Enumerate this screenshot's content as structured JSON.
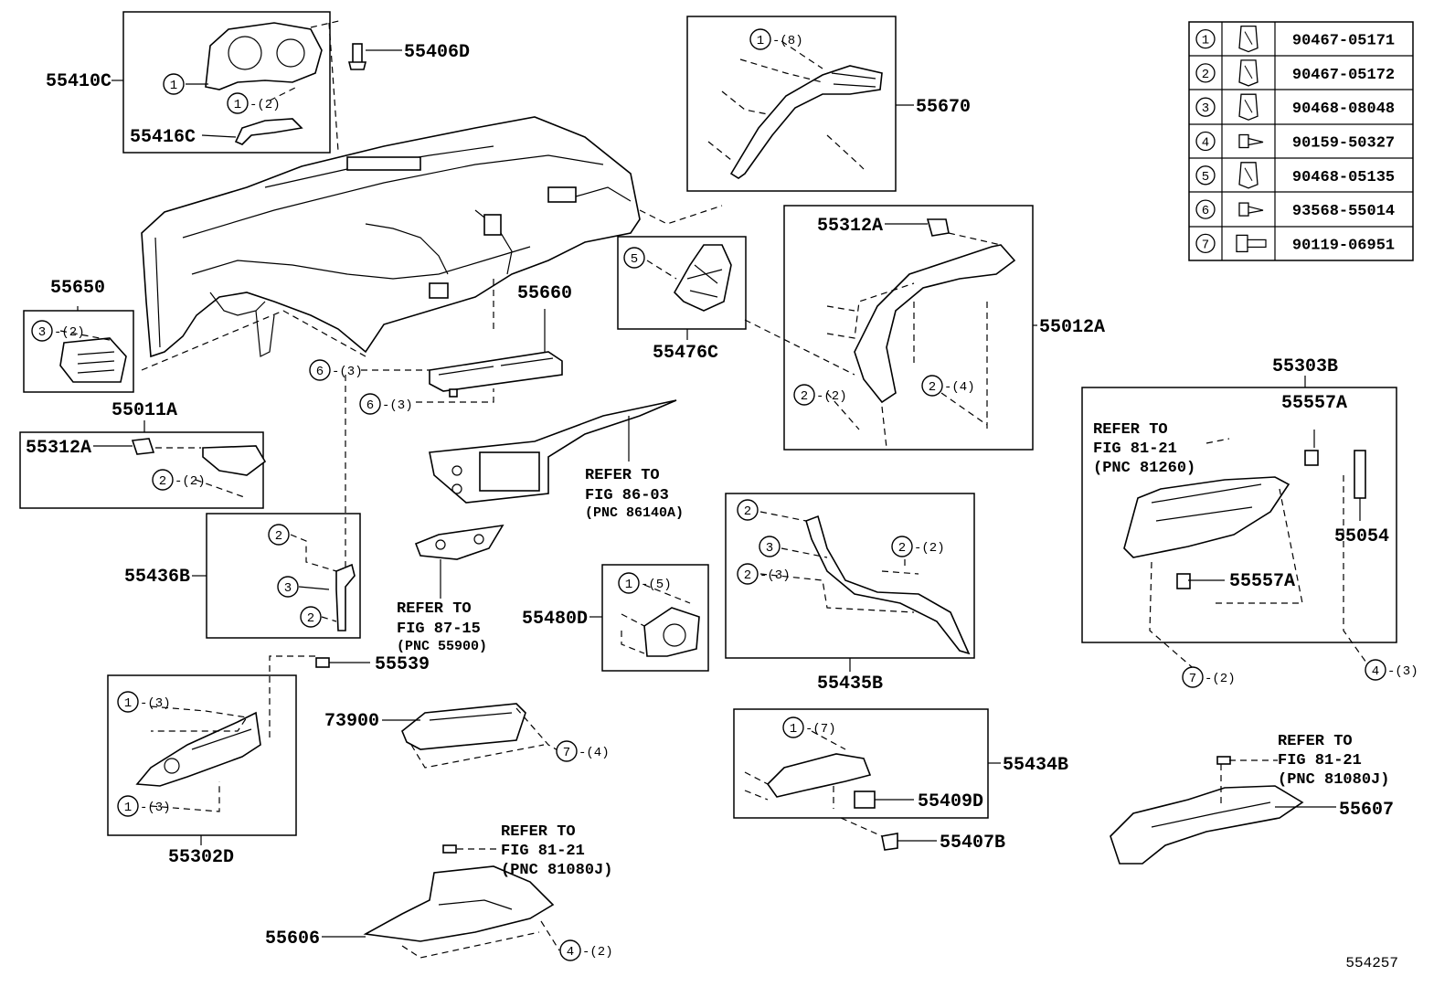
{
  "figure_number": "554257",
  "part_labels": {
    "p55410C": "55410C",
    "p55406D": "55406D",
    "p55416C": "55416C",
    "p55650": "55650",
    "p55011A": "55011A",
    "p55312A_left": "55312A",
    "p55436B": "55436B",
    "p55660": "55660",
    "p55539": "55539",
    "p55302D": "55302D",
    "p73900": "73900",
    "p55606": "55606",
    "p55480D": "55480D",
    "p55476C": "55476C",
    "p55670": "55670",
    "p55312A_right": "55312A",
    "p55012A": "55012A",
    "p55435B": "55435B",
    "p55434B": "55434B",
    "p55409D": "55409D",
    "p55407B": "55407B",
    "p55303B": "55303B",
    "p55557A_top": "55557A",
    "p55557A_bottom": "55557A",
    "p55054": "55054",
    "p55607": "55607"
  },
  "refer_notes": {
    "fig86": {
      "l1": "REFER TO",
      "l2": "FIG 86-03",
      "l3": "(PNC 86140A)"
    },
    "fig87": {
      "l1": "REFER TO",
      "l2": "FIG 87-15",
      "l3": "(PNC 55900)"
    },
    "fig81_glove": {
      "l1": "REFER TO",
      "l2": "FIG 81-21",
      "l3": "(PNC 81260)"
    },
    "fig81_lower": {
      "l1": "REFER TO",
      "l2": "FIG 81-21",
      "l3": "(PNC 81080J)"
    },
    "fig81_right": {
      "l1": "REFER TO",
      "l2": "FIG 81-21",
      "l3": "(PNC 81080J)"
    }
  },
  "callouts": {
    "c1_cluster": {
      "num": "1",
      "qty": ""
    },
    "c1_cluster2": {
      "num": "1",
      "qty": "-(2)"
    },
    "c3_vent": {
      "num": "3",
      "qty": "-(2)"
    },
    "c2_55011": {
      "num": "2",
      "qty": "-(2)"
    },
    "c6_a": {
      "num": "6",
      "qty": "-(3)"
    },
    "c6_b": {
      "num": "6",
      "qty": "-(3)"
    },
    "c2_436a": {
      "num": "2",
      "qty": ""
    },
    "c3_436": {
      "num": "3",
      "qty": ""
    },
    "c2_436b": {
      "num": "2",
      "qty": ""
    },
    "c1_302a": {
      "num": "1",
      "qty": "-(3)"
    },
    "c1_302b": {
      "num": "1",
      "qty": "-(3)"
    },
    "c7_739": {
      "num": "7",
      "qty": "-(4)"
    },
    "c4_606": {
      "num": "4",
      "qty": "-(2)"
    },
    "c1_480": {
      "num": "1",
      "qty": "-(5)"
    },
    "c5_476": {
      "num": "5",
      "qty": ""
    },
    "c1_670": {
      "num": "1",
      "qty": "-(8)"
    },
    "c2_012a": {
      "num": "2",
      "qty": "-(2)"
    },
    "c2_012b": {
      "num": "2",
      "qty": "-(4)"
    },
    "c2_435a": {
      "num": "2",
      "qty": ""
    },
    "c3_435": {
      "num": "3",
      "qty": ""
    },
    "c2_435b": {
      "num": "2",
      "qty": "-(3)"
    },
    "c2_435c": {
      "num": "2",
      "qty": "-(2)"
    },
    "c1_434": {
      "num": "1",
      "qty": "-(7)"
    },
    "c7_303": {
      "num": "7",
      "qty": "-(2)"
    },
    "c4_303": {
      "num": "4",
      "qty": "-(3)"
    }
  },
  "fastener_table": [
    {
      "num": "1",
      "part": "90467-05171",
      "icon": "clip-icon"
    },
    {
      "num": "2",
      "part": "90467-05172",
      "icon": "clip-icon"
    },
    {
      "num": "3",
      "part": "90468-08048",
      "icon": "clip-icon"
    },
    {
      "num": "4",
      "part": "90159-50327",
      "icon": "screw-icon"
    },
    {
      "num": "5",
      "part": "90468-05135",
      "icon": "clip-icon"
    },
    {
      "num": "6",
      "part": "93568-55014",
      "icon": "screw-icon"
    },
    {
      "num": "7",
      "part": "90119-06951",
      "icon": "bolt-icon"
    }
  ]
}
